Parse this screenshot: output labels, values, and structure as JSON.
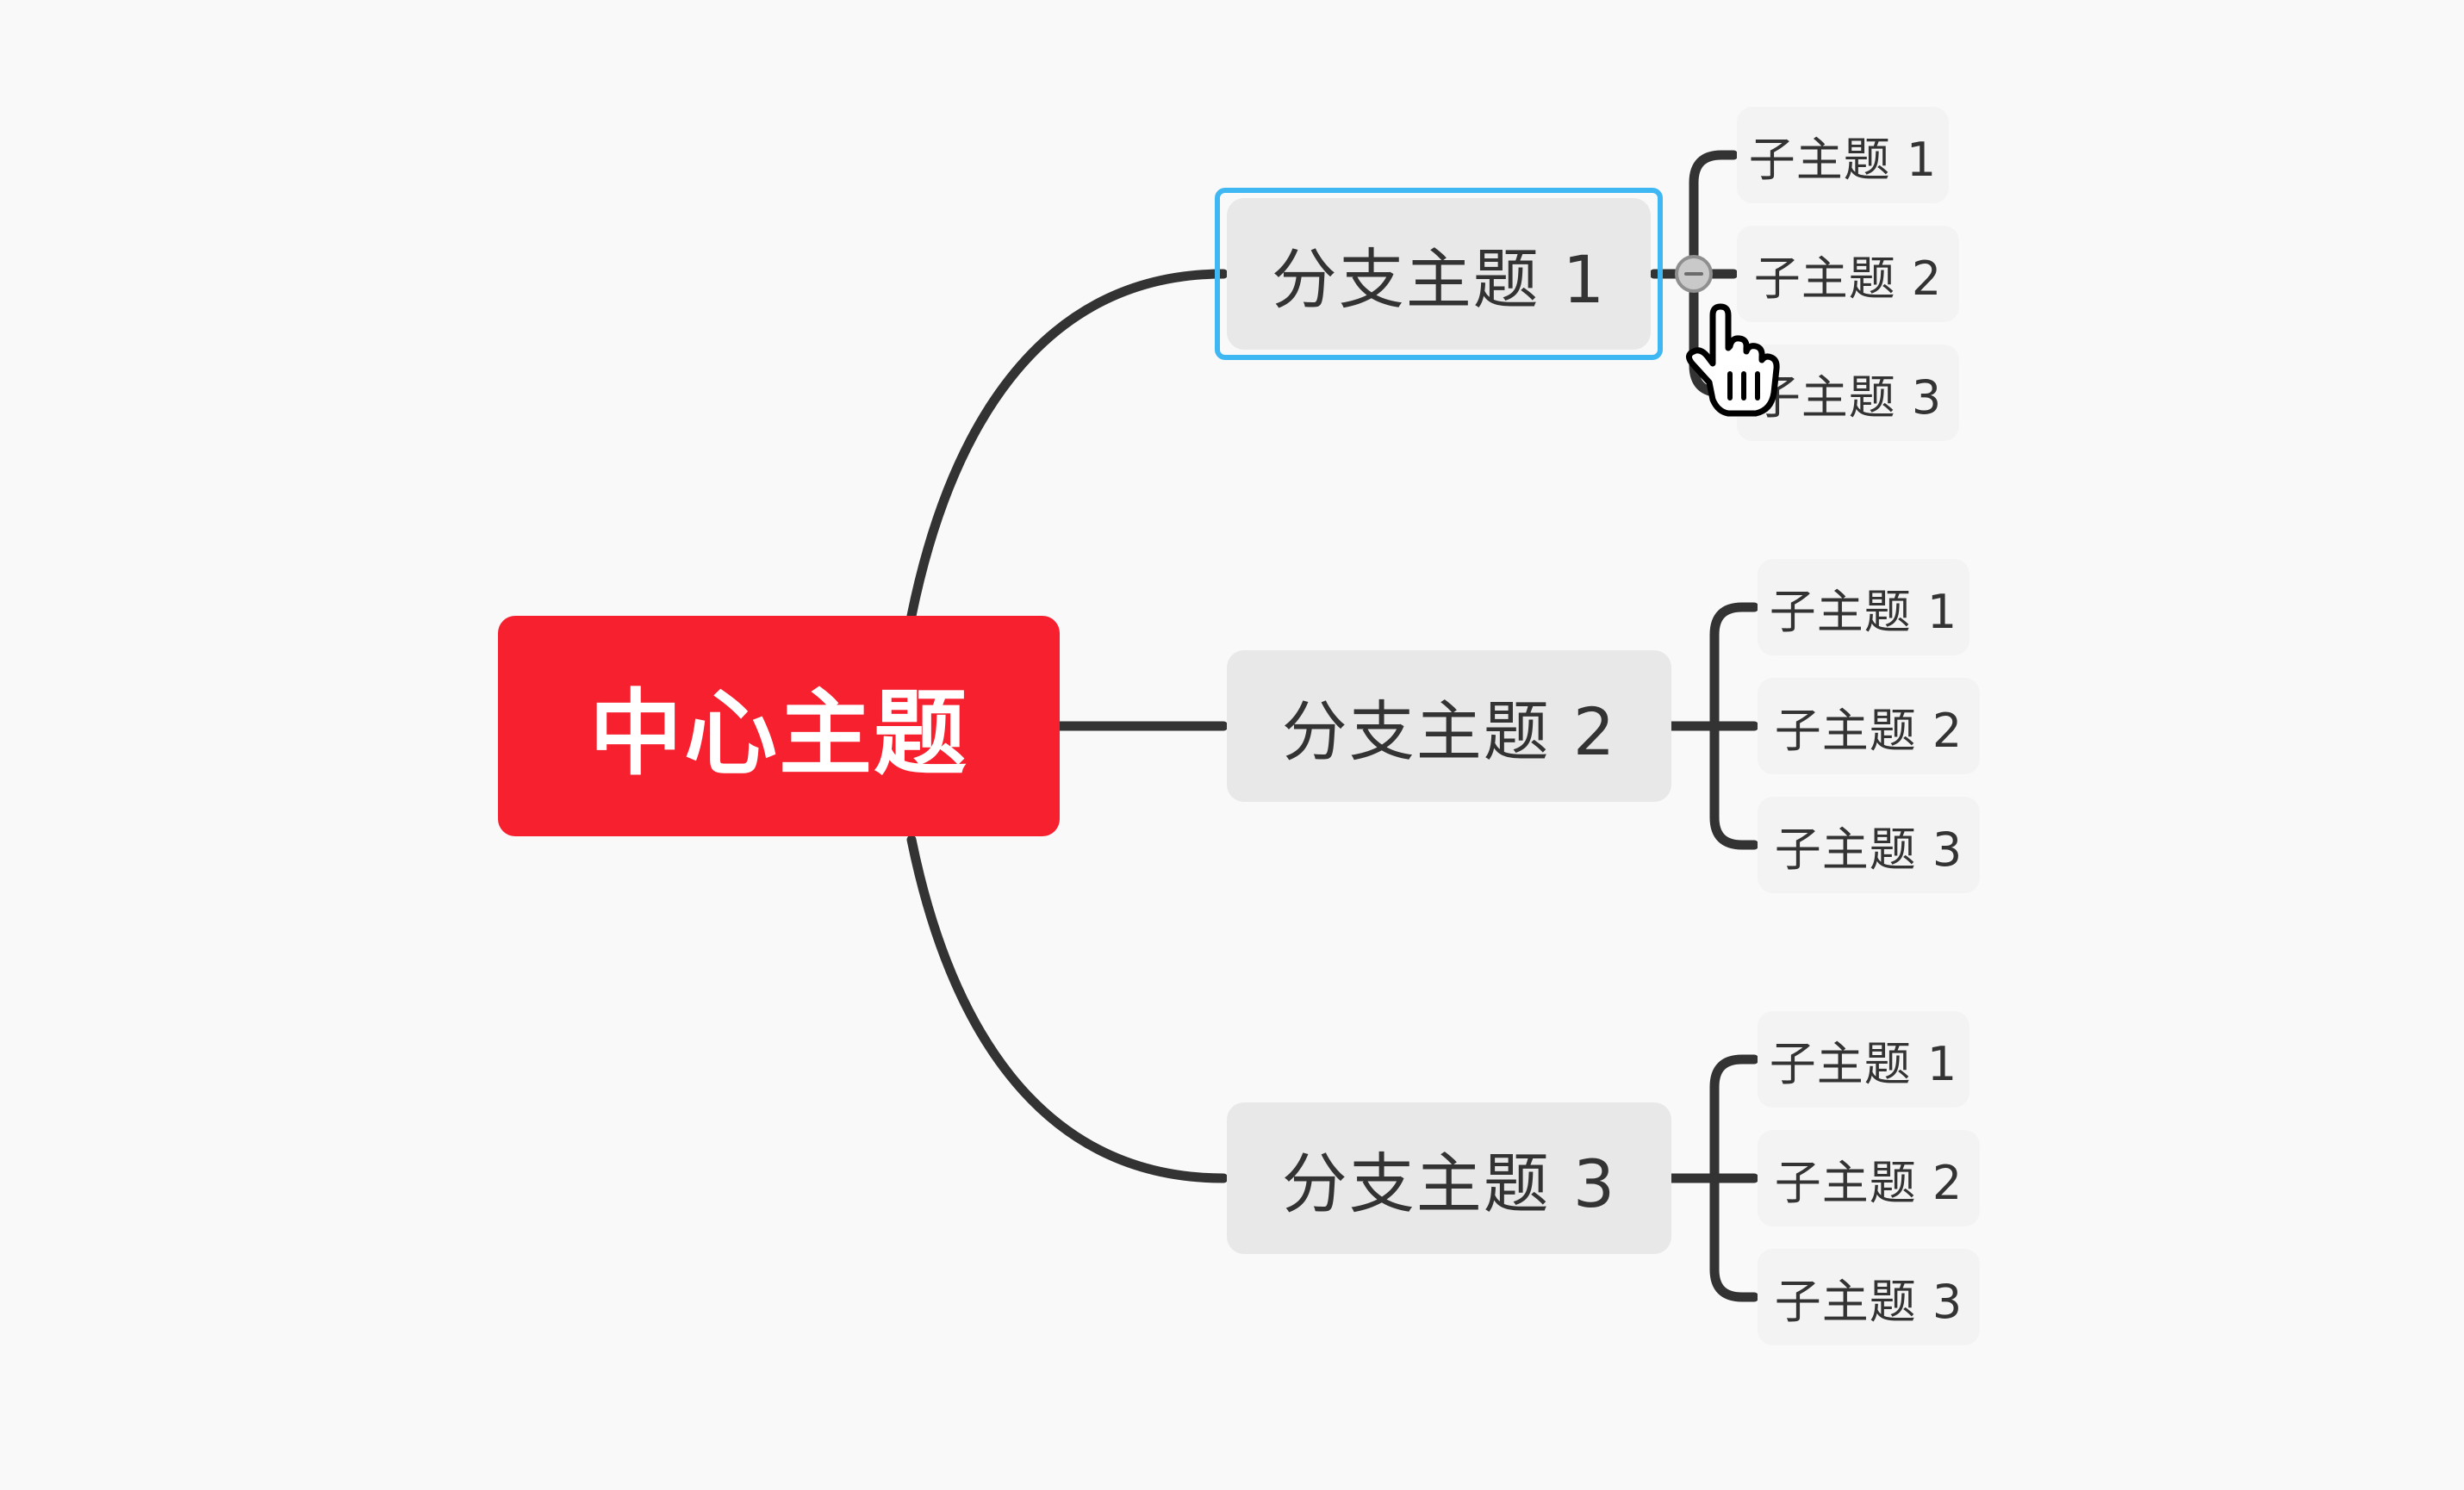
{
  "central_topic": {
    "label": "中心主题",
    "color": "#f7202f"
  },
  "branches": [
    {
      "label": "分支主题 1",
      "selected": true,
      "subtopics": [
        {
          "label": "子主题 1"
        },
        {
          "label": "子主题 2"
        },
        {
          "label": "子主题 3"
        }
      ]
    },
    {
      "label": "分支主题 2",
      "selected": false,
      "subtopics": [
        {
          "label": "子主题 1"
        },
        {
          "label": "子主题 2"
        },
        {
          "label": "子主题 3"
        }
      ]
    },
    {
      "label": "分支主题 3",
      "selected": false,
      "subtopics": [
        {
          "label": "子主题 1"
        },
        {
          "label": "子主题 2"
        },
        {
          "label": "子主题 3"
        }
      ]
    }
  ],
  "colors": {
    "background": "#f9f9fa",
    "connector": "#333333",
    "selection": "#3fb7f3",
    "branch_fill": "#e8e8e8",
    "subtopic_fill": "#f3f3f3"
  },
  "icons": {
    "collapse": "collapse-minus-icon",
    "cursor": "hand-pointer-cursor-icon"
  }
}
